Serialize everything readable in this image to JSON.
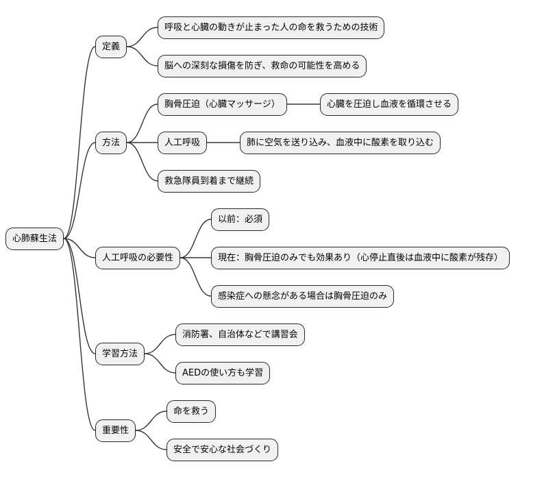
{
  "theme": {
    "background": "#ffffff",
    "node_fill": "#f1f1f1",
    "node_border": "#262626",
    "node_text": "#000000",
    "line_color": "#333333"
  },
  "mindmap": {
    "root": {
      "label": "心肺蘇生法",
      "children": [
        {
          "label": "定義",
          "children": [
            {
              "label": "呼吸と心臓の動きが止まった人の命を救うための技術"
            },
            {
              "label": "脳への深刻な損傷を防ぎ、救命の可能性を高める"
            }
          ]
        },
        {
          "label": "方法",
          "children": [
            {
              "label": "胸骨圧迫（心臓マッサージ）",
              "children": [
                {
                  "label": "心臓を圧迫し血液を循環させる"
                }
              ]
            },
            {
              "label": "人工呼吸",
              "children": [
                {
                  "label": "肺に空気を送り込み、血液中に酸素を取り込む"
                }
              ]
            },
            {
              "label": "救急隊員到着まで継続"
            }
          ]
        },
        {
          "label": "人工呼吸の必要性",
          "children": [
            {
              "label": "以前：必須"
            },
            {
              "label": "現在：胸骨圧迫のみでも効果あり（心停止直後は血液中に酸素が残存）"
            },
            {
              "label": "感染症への懸念がある場合は胸骨圧迫のみ"
            }
          ]
        },
        {
          "label": "学習方法",
          "children": [
            {
              "label": "消防署、自治体などで講習会"
            },
            {
              "label": "AEDの使い方も学習"
            }
          ]
        },
        {
          "label": "重要性",
          "children": [
            {
              "label": "命を救う"
            },
            {
              "label": "安全で安心な社会づくり"
            }
          ]
        }
      ]
    }
  }
}
